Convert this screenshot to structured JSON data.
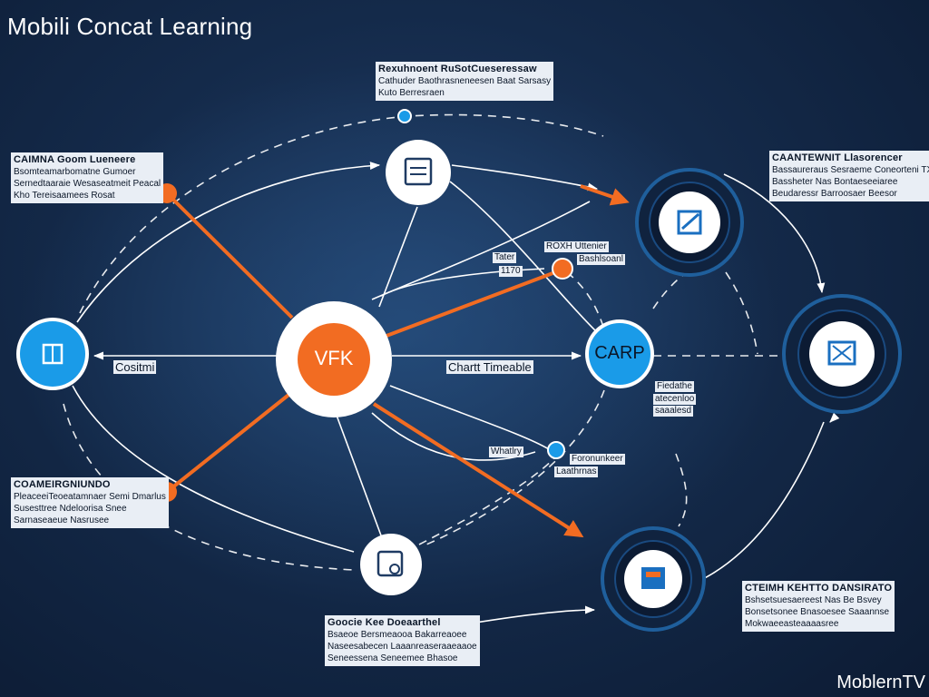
{
  "title": "Mobili Concat Learning",
  "brand": "MoblernTV",
  "colors": {
    "background": "#142a4a",
    "accent_orange": "#f26c22",
    "accent_blue": "#1a9be8",
    "ring": "#1f5f9c",
    "white": "#ffffff"
  },
  "nodes": {
    "center": {
      "label": "VFK"
    },
    "right_mid": {
      "label": "CARP"
    },
    "left_mid": {
      "icon": "grid-icon"
    },
    "top": {
      "icon": "document-icon"
    },
    "bottom": {
      "icon": "chat-icon"
    },
    "right_top": {
      "icon": "edit-icon"
    },
    "far_right": {
      "icon": "message-icon"
    },
    "right_bottom": {
      "icon": "card-icon"
    }
  },
  "edge_labels": {
    "left": "Cositmi",
    "right": "Chartt Timeable",
    "upper_mid_1": "Tater",
    "upper_mid_2": "1170",
    "lower_mid": "Whatlry",
    "top_right_dot_1": "ROXH Uttenier",
    "top_right_dot_2": "Bashlsoanl",
    "carp_sub_1": "Fiedathe",
    "carp_sub_2": "atecenloo",
    "carp_sub_3": "saaalesd",
    "small_dot_1": "Foronunkeer",
    "small_dot_2": "Laathrnas"
  },
  "notes": {
    "top": {
      "heading": "Rexuhnoent RuSotCueseressaw",
      "lines": [
        "Cathuder Baothrasneneesen Baat Sarsasy",
        "Kuto Berresraen"
      ]
    },
    "left_top": {
      "heading": "CAIMNA Goom Lueneere",
      "lines": [
        "Bsomteamarbomatne Gumoer",
        "Sernedtaaraie Wesaseatmeit Peacal",
        "Kho Tereisaamees Rosat"
      ]
    },
    "right_top": {
      "heading": "CAANTEWNIT Llasorencer",
      "lines": [
        "Bassaureraus Sesraeme Coneorteni TXf",
        "Bassheter Nas Bontaeseeiaree",
        "Beudaressr Barroosaer Beesor"
      ]
    },
    "left_bottom": {
      "heading": "COAMEIRGNIUNDO",
      "lines": [
        "PleaceeiTeoeatamnaer Semi Dmarlus",
        "Susesttree Ndeloorisa Snee",
        "Sarnaseaeue Nasrusee"
      ]
    },
    "bottom": {
      "heading": "Goocie Kee Doeaarthel",
      "lines": [
        "Bsaeoe Bersmeaooa Bakarreaoee",
        "Naseesabecen Laaanreaseraaeaaoe",
        "Seneessena Seneemee Bhasoe"
      ]
    },
    "right_bottom": {
      "heading": "CTEIMH KEHTTO DANSIRATO",
      "lines": [
        "Bshsetsuesaereest Nas Be Bsvey",
        "Bonsetsonee Bnasoesee Saaannse",
        "Mokwaeeasteaaaasree"
      ]
    }
  }
}
